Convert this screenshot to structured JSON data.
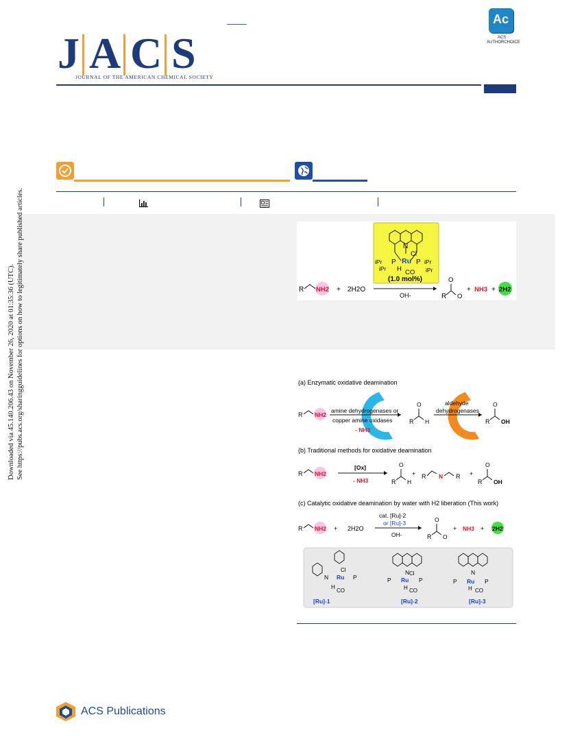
{
  "journal": {
    "letters": [
      "J",
      "A",
      "C",
      "S"
    ],
    "subtitle": "JOURNAL OF THE AMERICAN CHEMICAL SOCIETY"
  },
  "badge": {
    "logo_text": "Ac",
    "label_line1": "ACS",
    "label_line2": "AUTHORCHOICE"
  },
  "side_note": {
    "line1": "Downloaded via 45.140.206.43 on November 26, 2020 at 01:35:36 (UTC).",
    "line2": "See https://pubs.acs.org/sharingguidelines for options on how to legitimately share published articles."
  },
  "toc_graphic": {
    "catalyst_loading": "(1.0 mol%)",
    "catalyst_atoms": {
      "ru": "Ru",
      "n": "N",
      "cl": "Cl",
      "p_left": "P",
      "p_right": "P",
      "h": "H",
      "co": "CO",
      "ipr": "iPr"
    },
    "reactant_r": "R",
    "amine": "NH2",
    "plus": "+",
    "water": "2H2O",
    "condition": "OH-",
    "product_r": "R",
    "product_o": "O",
    "ammonia": "NH3",
    "hydrogen": "2H2"
  },
  "figure": {
    "panel_a_title": "(a) Enzymatic oxidative deamination",
    "panel_a_enzyme1_line1": "amine dehydrogenases or",
    "panel_a_enzyme1_line2": "copper amine oxidases",
    "panel_a_minus_nh3": "- NH3",
    "panel_a_enzyme2_line1": "aldehyde",
    "panel_a_enzyme2_line2": "dehydrogenases",
    "panel_b_title": "(b) Traditional methods for oxidative deamination",
    "panel_b_ox": "[Ox]",
    "panel_b_minus_nh3": "- NH3",
    "panel_c_title": "(c) Catalytic oxidative deamination by water with H2 liberation (This work)",
    "panel_c_cat_line1": "cat. [Ru]-2",
    "panel_c_cat_line2": "or [Ru]-3",
    "panel_c_condition": "OH-",
    "catalysts": [
      "[Ru]-1",
      "[Ru]-2",
      "[Ru]-3"
    ],
    "oh": "OH",
    "h": "H",
    "n": "N",
    "r": "R"
  },
  "footer": {
    "publisher": "ACS Publications"
  },
  "colors": {
    "journal_blue": "#1f3a7a",
    "accent_orange": "#f0a030",
    "badge_blue": "#1e86c6",
    "highlight_yellow": "#f5f542",
    "amine_pink": "#f8c6e4",
    "h2_green": "#3fe33f",
    "enzyme_cyan": "#29b6e8",
    "enzyme_orange": "#f28a1f",
    "nh3_red": "#e0142c",
    "ru_blue": "#1a3fd6"
  }
}
